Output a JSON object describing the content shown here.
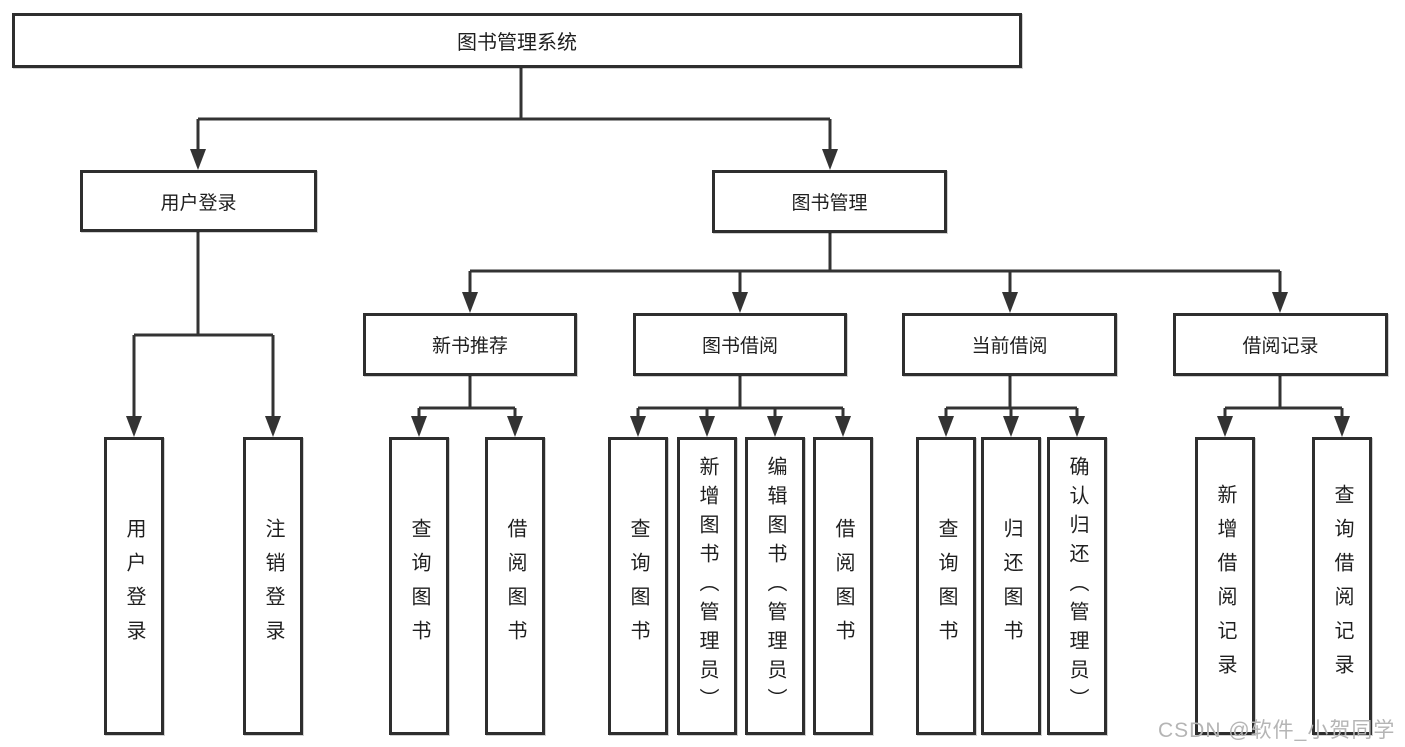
{
  "diagram": {
    "root": {
      "label": "图书管理系统"
    },
    "level2": [
      {
        "label": "用户登录"
      },
      {
        "label": "图书管理"
      }
    ],
    "level3": [
      {
        "label": "新书推荐",
        "parent": "图书管理"
      },
      {
        "label": "图书借阅",
        "parent": "图书管理"
      },
      {
        "label": "当前借阅",
        "parent": "图书管理"
      },
      {
        "label": "借阅记录",
        "parent": "图书管理"
      }
    ],
    "leaves": [
      {
        "label": "用户登录",
        "parent": "用户登录"
      },
      {
        "label": "注销登录",
        "parent": "用户登录"
      },
      {
        "label": "查询图书",
        "parent": "新书推荐"
      },
      {
        "label": "借阅图书",
        "parent": "新书推荐"
      },
      {
        "label": "查询图书",
        "parent": "图书借阅"
      },
      {
        "label": "新增图书（管理员）",
        "parent": "图书借阅"
      },
      {
        "label": "编辑图书（管理员）",
        "parent": "图书借阅"
      },
      {
        "label": "借阅图书",
        "parent": "图书借阅"
      },
      {
        "label": "查询图书",
        "parent": "当前借阅"
      },
      {
        "label": "归还图书",
        "parent": "当前借阅"
      },
      {
        "label": "确认归还（管理员）",
        "parent": "当前借阅"
      },
      {
        "label": "新增借阅记录",
        "parent": "借阅记录"
      },
      {
        "label": "查询借阅记录",
        "parent": "借阅记录"
      }
    ]
  },
  "watermark": {
    "text": "CSDN @软件_小贺同学"
  },
  "colors": {
    "line": "#333333",
    "box_border": "#2e2e2e",
    "box_fill": "#ffffff",
    "text": "#1f1f1f",
    "watermark": "#b5b5b5",
    "background": "#ffffff"
  }
}
